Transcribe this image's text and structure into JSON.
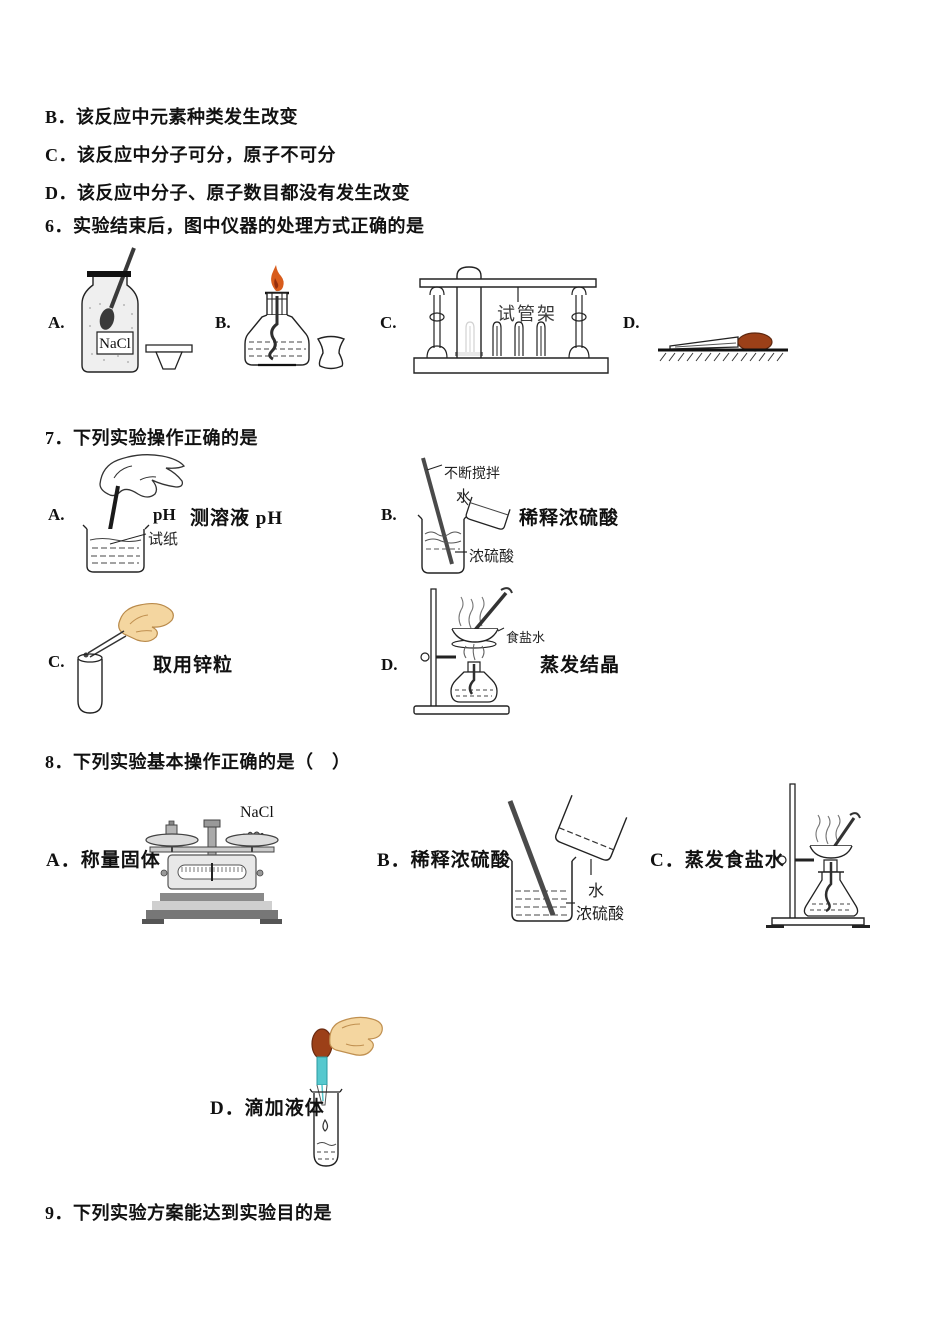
{
  "colors": {
    "flame_outer": "#d85c1c",
    "flame_inner": "#962e0c",
    "bulb": "#9c4018",
    "skin": "#f4d6a0",
    "liquid_cyan": "#56c8ce"
  },
  "intro_options": [
    {
      "text": "B．该反应中元素种类发生改变"
    },
    {
      "text": "C．该反应中分子可分，原子不可分"
    },
    {
      "text": "D．该反应中分子、原子数目都没有发生改变"
    }
  ],
  "q6": {
    "stem": "6．实验结束后，图中仪器的处理方式正确的是",
    "opt_a": "A.",
    "opt_b": "B.",
    "opt_c": "C.",
    "opt_d": "D.",
    "bottle_label": "NaCl",
    "rack_label": "试管架"
  },
  "q7": {
    "stem": "7．下列实验操作正确的是",
    "opt_a": "A.",
    "opt_b": "B.",
    "opt_c": "C.",
    "opt_d": "D.",
    "caption_a": "测溶液 pH",
    "caption_b": "稀释浓硫酸",
    "caption_c": "取用锌粒",
    "caption_d": "蒸发结晶",
    "label_ph": "pH",
    "label_paper": "试纸",
    "label_stir": "不断搅拌",
    "label_water": "水",
    "label_acid": "浓硫酸",
    "label_saltwater": "食盐水"
  },
  "q8": {
    "stem": "8．下列实验基本操作正确的是（　）",
    "caption_a": "A．称量固体",
    "caption_b": "B．稀释浓硫酸",
    "caption_c": "C．蒸发食盐水",
    "caption_d": "D．滴加液体",
    "label_nacl": "NaCl",
    "label_water": "水",
    "label_acid": "浓硫酸"
  },
  "q9": {
    "stem": "9．下列实验方案能达到实验目的是"
  }
}
